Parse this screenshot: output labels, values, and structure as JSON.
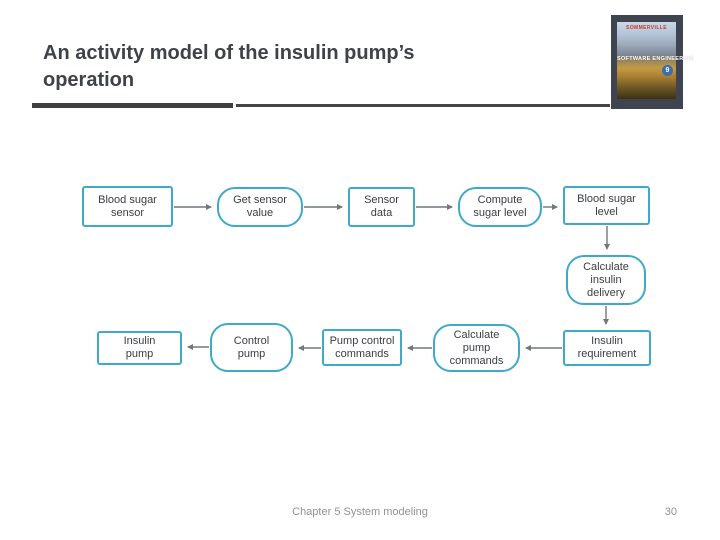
{
  "slide": {
    "title_line1": "An activity model of the insulin pump’s",
    "title_line2": "operation",
    "footer": "Chapter 5 System modeling",
    "page_number": "30"
  },
  "book_cover": {
    "author": "SOMMERVILLE",
    "title": "SOFTWARE ENGINEERING",
    "edition": "9"
  },
  "diagram": {
    "nodes": [
      {
        "id": "blood-sugar-sensor",
        "label": "Blood sugar sensor",
        "shape": "rectangle"
      },
      {
        "id": "get-sensor-value",
        "label": "Get sensor value",
        "shape": "rounded"
      },
      {
        "id": "sensor-data",
        "label": "Sensor data",
        "shape": "rectangle"
      },
      {
        "id": "compute-sugar-level",
        "label": "Compute sugar level",
        "shape": "rounded"
      },
      {
        "id": "blood-sugar-level",
        "label": "Blood sugar level",
        "shape": "rectangle"
      },
      {
        "id": "calculate-insulin-delivery",
        "label": "Calculate insulin delivery",
        "shape": "rounded"
      },
      {
        "id": "insulin-pump",
        "label": "Insulin pump",
        "shape": "rectangle"
      },
      {
        "id": "control-pump",
        "label": "Control pump",
        "shape": "rounded"
      },
      {
        "id": "pump-control-commands",
        "label": "Pump control commands",
        "shape": "rectangle"
      },
      {
        "id": "calculate-pump-commands",
        "label": "Calculate pump commands",
        "shape": "rounded"
      },
      {
        "id": "insulin-requirement",
        "label": "Insulin requirement",
        "shape": "rectangle"
      }
    ],
    "edges": [
      {
        "from": "Blood sugar sensor",
        "to": "Get sensor value"
      },
      {
        "from": "Get sensor value",
        "to": "Sensor data"
      },
      {
        "from": "Sensor data",
        "to": "Compute sugar level"
      },
      {
        "from": "Compute sugar level",
        "to": "Blood sugar level"
      },
      {
        "from": "Blood sugar level",
        "to": "Calculate insulin delivery"
      },
      {
        "from": "Calculate insulin delivery",
        "to": "Insulin requirement"
      },
      {
        "from": "Insulin requirement",
        "to": "Calculate pump commands"
      },
      {
        "from": "Calculate pump commands",
        "to": "Pump control commands"
      },
      {
        "from": "Pump control commands",
        "to": "Control pump"
      },
      {
        "from": "Control pump",
        "to": "Insulin pump"
      }
    ],
    "colors": {
      "node_border": "#3fa9c9",
      "node_fill": "#ffffff",
      "node_text": "#3a3d42",
      "arrow": "#6f787d",
      "title_text": "#3f4247",
      "footer_text": "#8f9394"
    }
  }
}
